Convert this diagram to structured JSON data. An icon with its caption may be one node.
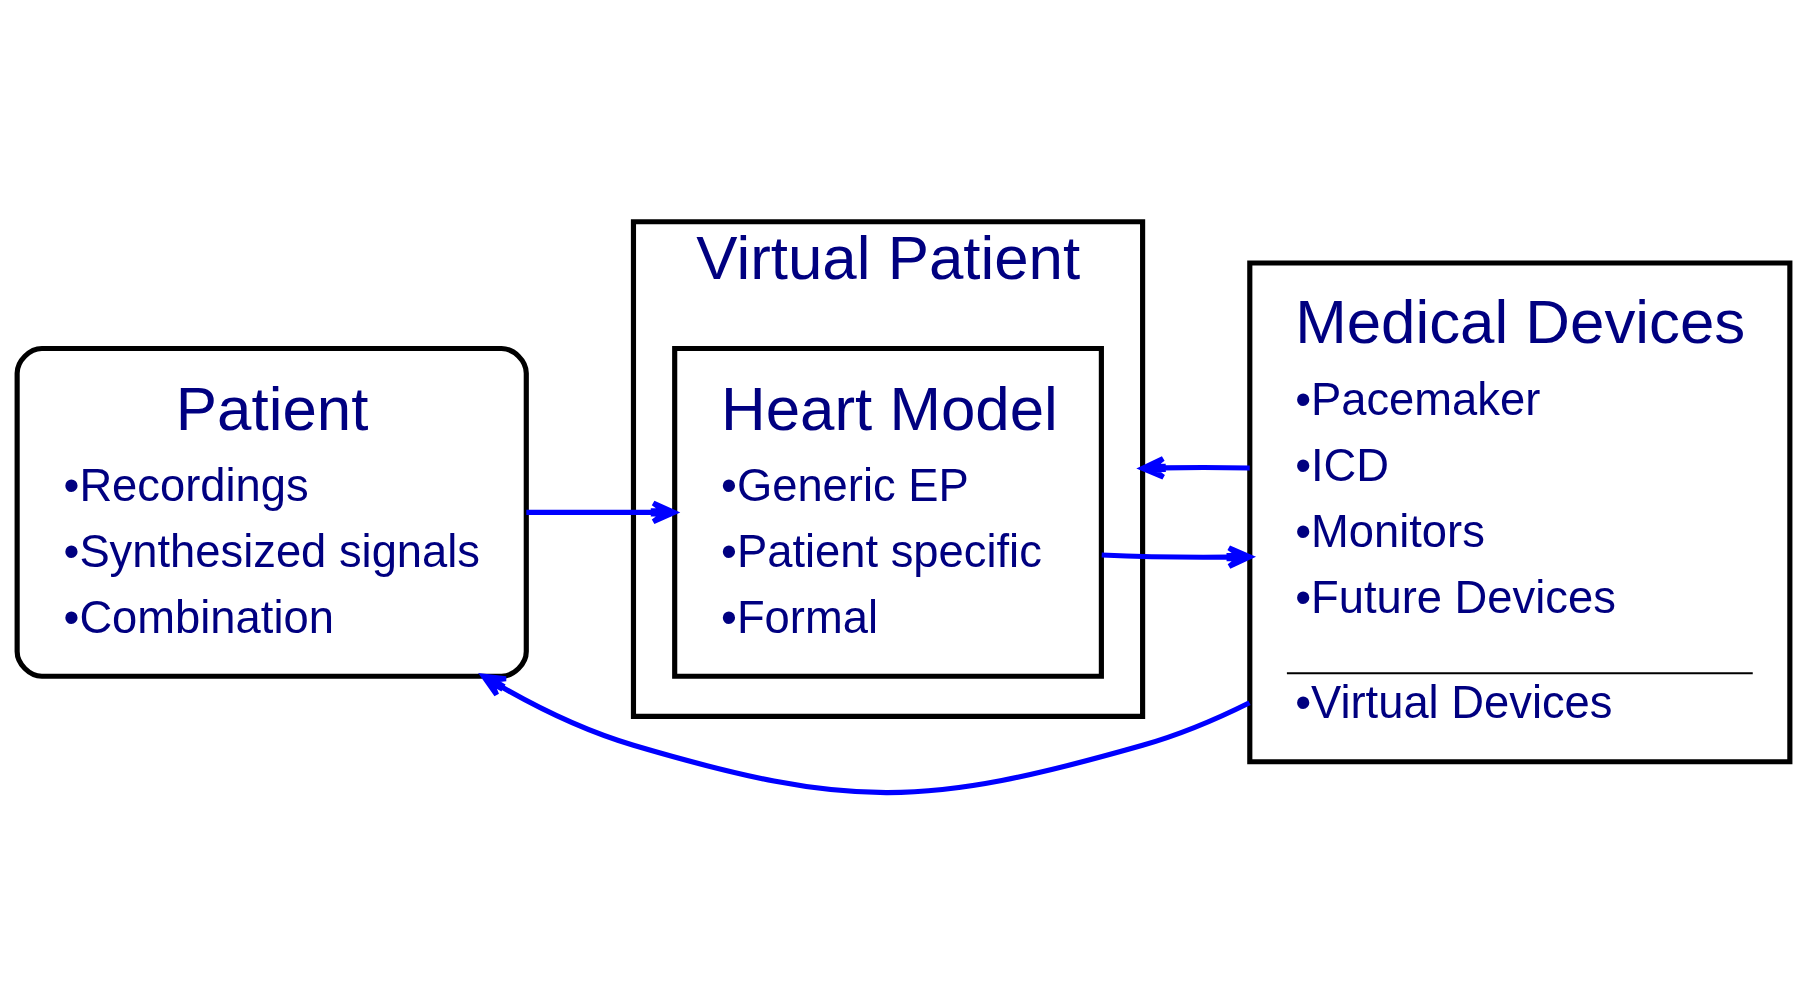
{
  "diagram": {
    "nodes": [
      {
        "text": [
          "Patient",
          "•Recordings",
          "•Synthesized signals",
          "•Combination"
        ]
      },
      {
        "text": [
          "Virtual Patient"
        ]
      },
      {
        "text": [
          "Heart Model",
          "•Generic EP",
          "•Patient specific",
          "•Formal"
        ],
        "in": 1
      },
      {
        "text": [
          "Medical Devices",
          "•Pacemaker",
          "•ICD",
          "•Monitors",
          "•Future Devices",
          "•Virtual Devices"
        ]
      }
    ],
    "edges": [
      {
        "from": 0,
        "to": 2,
        "arrow": "to"
      },
      {
        "from": 2,
        "to": 3,
        "arrow": "to"
      },
      {
        "from": 3,
        "to": 0,
        "arrow": "to"
      },
      {
        "from": 3,
        "to": 1,
        "arrow": "to"
      }
    ]
  }
}
